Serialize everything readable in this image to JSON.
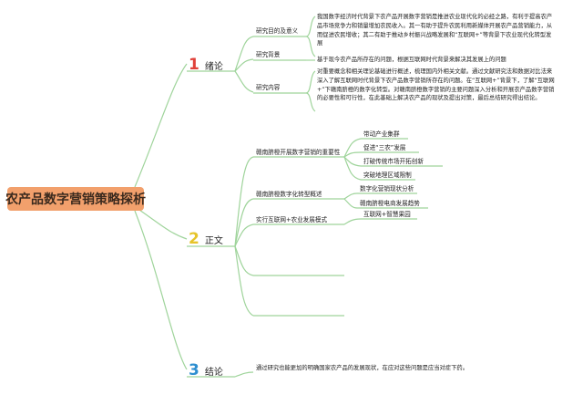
{
  "root": {
    "title": "农产品数字营销策略探析"
  },
  "colors": {
    "root_bg": "#f2a06c",
    "lines": "#9fd49b",
    "num1": "#e0413a",
    "num2": "#e6c42a",
    "num3": "#2f8fd0"
  },
  "sections": [
    {
      "number": "1",
      "label": "绪论",
      "items": [
        {
          "label": "研究目的及意义",
          "detail": "我国数字经济时代背景下农产品开展数字营销是推进农业现代化的必经之路，有利于提高农产品市场竞争力和销量增加农民收入。其一有助于提升农民利用新媒体开展农产品营销能力，从而促进农民增收；其二有助于推动乡村振兴战略发展和“互联网+”等背景下农业现代化转型发展"
        },
        {
          "label": "研究背景",
          "detail": "基于现今农产品所存在的问题，根据互联网时代背景来解决其发展上的问题"
        },
        {
          "label": "研究内容",
          "detail": "对重要概念和相关理论基础进行概述，梳理国内外相关文献。通过文献研究法和数据对比法来深入了解互联网时代背景下农产品数字营销所存在的问题。在“互联网+”背景下，了解“互联网+”下赣南脐橙的数字化转型。对赣南脐橙数字营销的主要问题深入分析和开展农产品数字营销的必要性和可行性，在此基础上解决农产品的现状及提出对策，最后总结研究得出结论。"
        }
      ]
    },
    {
      "number": "2",
      "label": "正文",
      "items": [
        {
          "label": "赣南脐橙开展数字营销的重要性",
          "children": [
            "带动产业集群",
            "促进“三农”发展",
            "打破传统市场开拓创新",
            "突破地理区域限制"
          ]
        },
        {
          "label": "赣南脐橙数字化转型概述",
          "children": [
            "数字化营销现状分析",
            "赣南脐橙电商发展趋势"
          ]
        },
        {
          "label": "实行互联网+农业发展模式",
          "children": [
            "互联网+智慧果园"
          ]
        }
      ]
    },
    {
      "number": "3",
      "label": "结论",
      "detail": "通过研究也能更加的明确国家农产品的发展现状，在应对这些问题是应当对症下药。"
    }
  ]
}
